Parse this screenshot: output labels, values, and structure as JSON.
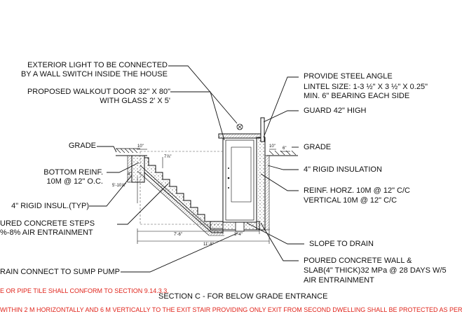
{
  "labels": {
    "light_l1": "EXTERIOR LIGHT TO BE CONNECTED",
    "light_l2": "BY A WALL SWITCH INSIDE THE HOUSE",
    "door_l1": "PROPOSED WALKOUT DOOR 32\" X 80\"",
    "door_l2": "WITH GLASS 2' X 5'",
    "grade_left": "GRADE",
    "bottom_reinf_l1": "BOTTOM REINF.",
    "bottom_reinf_l2": "10M @ 12\" O.C.",
    "rigid_insul_typ": "4\" RIGID INSUL.(TYP)",
    "steps_l1": "URED CONCRETE STEPS",
    "steps_l2": "%-8% AIR ENTRAINMENT",
    "drain": "RAIN CONNECT TO SUMP PUMP",
    "angle_l1": "PROVIDE  STEEL ANGLE",
    "angle_l2": "LINTEL SIZE: 1-3 ½\" X 3 ½\" X 0.25\"",
    "angle_l3": "MIN. 6\" BEARING EACH SIDE",
    "guard": "GUARD 42\" HIGH",
    "grade_right": "GRADE",
    "rigid_insulation": "4\" RIGID INSULATION",
    "reinf_l1": "REINF. HORZ. 10M @ 12\" C/C",
    "reinf_l2": "VERTICAL 10M @ 12\" C/C",
    "slope": "SLOPE TO DRAIN",
    "wall_l1": "POURED CONCRETE WALL &",
    "wall_l2": "SLAB(4\" THICK)32 MPa @ 28 DAYS W/5",
    "wall_l3": "AIR  ENTRAINMENT"
  },
  "dimensions": {
    "d10_left": "10\"",
    "d7_8": "7⅞\"",
    "d4": "4\"",
    "d5_10": "5'-10⅞\"",
    "d10_right": "10\"",
    "d6": "6\"",
    "d7_6": "7'-6\"",
    "d3_4": "3'-4\"",
    "d11_8": "11'-8\""
  },
  "title": "SECTION C - FOR BELOW GRADE ENTRANCE",
  "notes": {
    "red_1": "E OR PIPE TILE SHALL CONFORM TO SECTION 9.14.3.3.",
    "red_2": "WITHIN 2 M HORIZONTALLY AND 6 M VERTICALLY TO THE EXIT STAIR PROVIDING ONLY EXIT FROM SECOND DWELLING SHALL BE PROTECTED AS PER"
  },
  "colors": {
    "line": "#111111",
    "note_red": "#e0241b",
    "hatch": "#8a8a8a"
  }
}
